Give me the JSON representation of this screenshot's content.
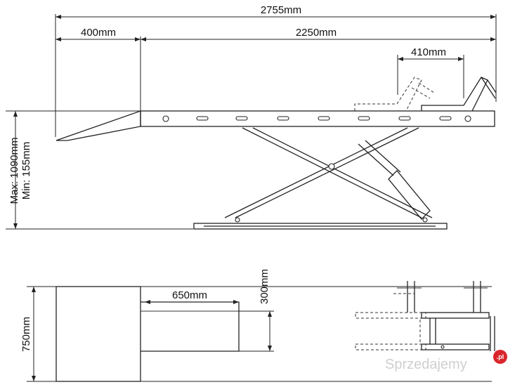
{
  "side_view": {
    "dim_total_length": "2755mm",
    "dim_ramp_length": "400mm",
    "dim_platform_length": "2250mm",
    "dim_clamp_offset": "410mm",
    "dim_height_max": "Max: 1090mm",
    "dim_height_min": "Min: 155mm"
  },
  "top_view": {
    "dim_cutout_length": "650mm",
    "dim_cutout_width": "300mm",
    "dim_platform_width": "750mm"
  },
  "watermark": {
    "text": "Sprzedajemy",
    "badge": ".pl",
    "accent": "#d9262c"
  }
}
